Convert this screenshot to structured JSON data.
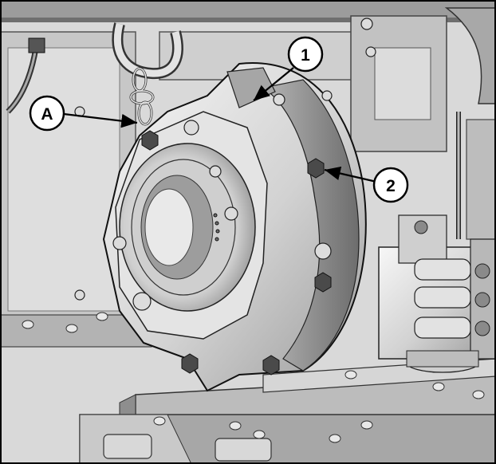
{
  "callouts": [
    {
      "id": "1",
      "label": "1"
    },
    {
      "id": "2",
      "label": "2"
    },
    {
      "id": "A",
      "label": "A"
    }
  ],
  "colors": {
    "border": "#000000",
    "metal_light": "#e6e6e6",
    "metal_mid": "#c4c4c4",
    "metal_dark": "#8a8a8a",
    "shadow": "#3a3a3a"
  },
  "icons": [
    "lifting-chain-icon",
    "bolt-icon"
  ]
}
